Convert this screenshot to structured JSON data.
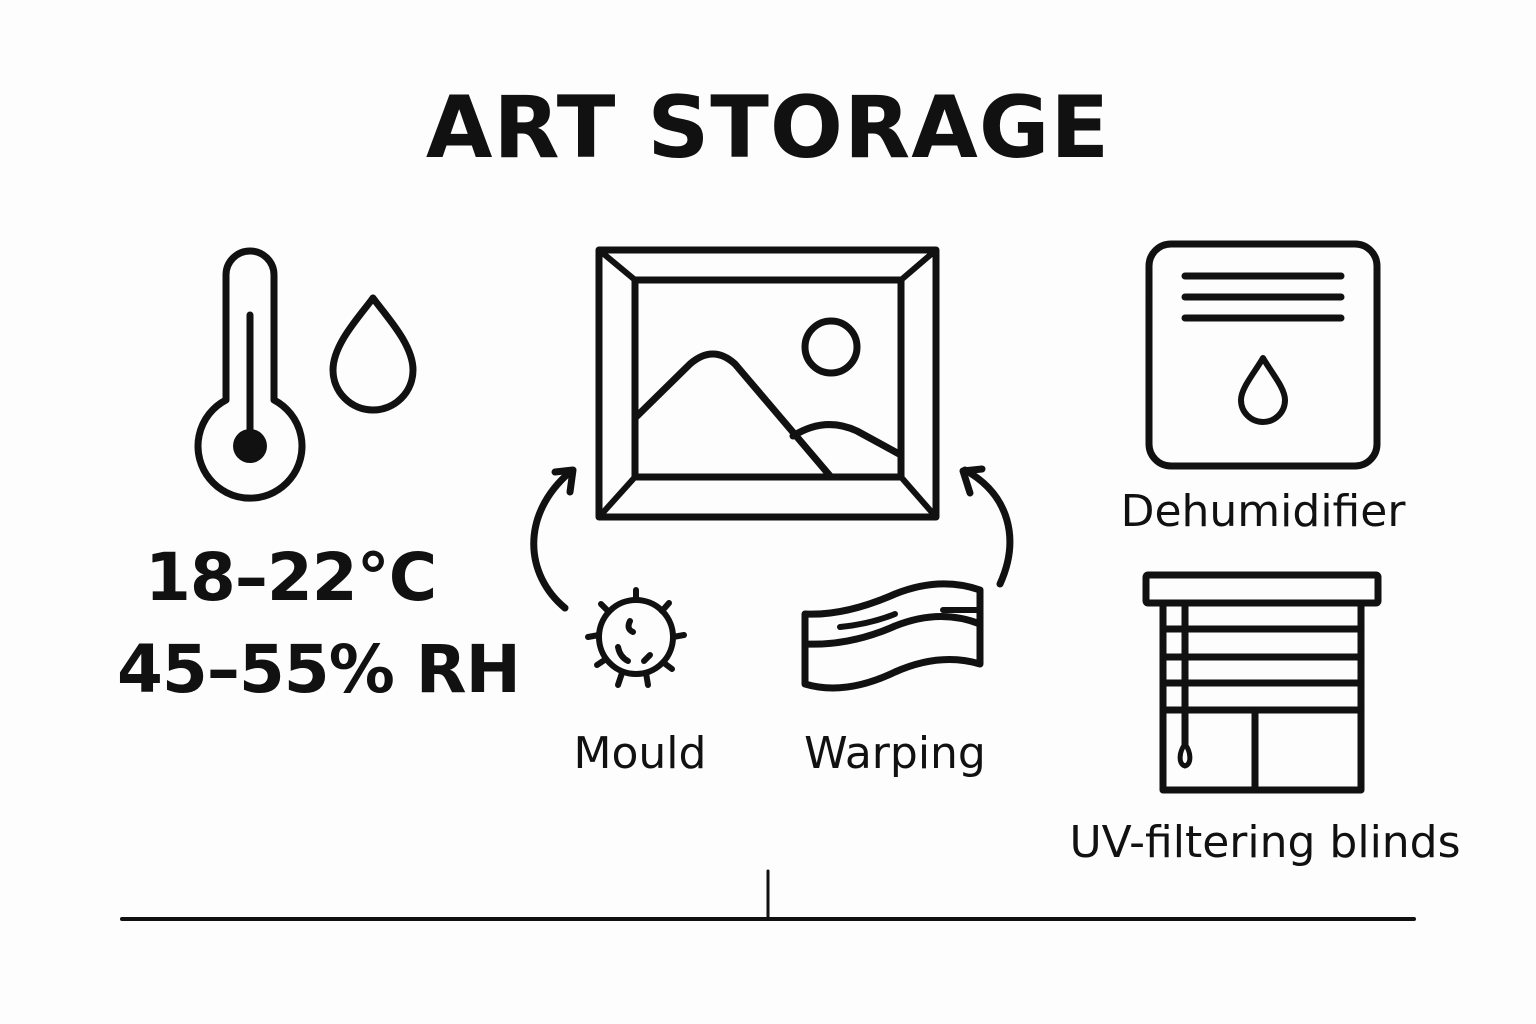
{
  "title": "ART STORAGE",
  "conditions": {
    "temperature": "18–22°C",
    "humidity": "45–55% RH",
    "icons": [
      "thermometer-icon",
      "water-drop-icon"
    ]
  },
  "center": {
    "artwork_icon": "framed-picture-icon",
    "risks": [
      {
        "label": "Mould",
        "icon": "mould-spore-icon"
      },
      {
        "label": "Warping",
        "icon": "warped-board-icon"
      }
    ],
    "arrows": [
      "arrow-mould-to-artwork",
      "arrow-warping-to-artwork"
    ]
  },
  "solutions": [
    {
      "label": "Dehumidifier",
      "icon": "dehumidifier-icon"
    },
    {
      "label": "UV-filtering blinds",
      "icon": "window-blinds-icon"
    }
  ],
  "colors": {
    "background": "#fdfdfd",
    "ink": "#111111"
  }
}
